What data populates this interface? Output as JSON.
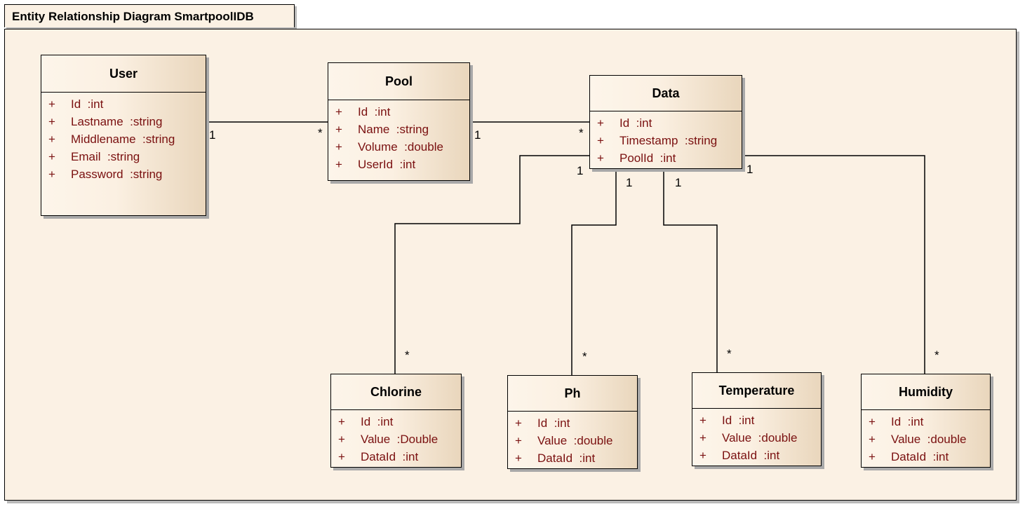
{
  "diagram": {
    "title": "Entity Relationship Diagram SmartpoolIDB"
  },
  "entities": {
    "user": {
      "name": "User",
      "attributes": [
        {
          "vis": "+",
          "text": "Id  :int"
        },
        {
          "vis": "+",
          "text": "Lastname  :string"
        },
        {
          "vis": "+",
          "text": "Middlename  :string"
        },
        {
          "vis": "+",
          "text": "Email  :string"
        },
        {
          "vis": "+",
          "text": "Password  :string"
        }
      ]
    },
    "pool": {
      "name": "Pool",
      "attributes": [
        {
          "vis": "+",
          "text": "Id  :int"
        },
        {
          "vis": "+",
          "text": "Name  :string"
        },
        {
          "vis": "+",
          "text": "Volume  :double"
        },
        {
          "vis": "+",
          "text": "UserId  :int"
        }
      ]
    },
    "data": {
      "name": "Data",
      "attributes": [
        {
          "vis": "+",
          "text": "Id  :int"
        },
        {
          "vis": "+",
          "text": "Timestamp  :string"
        },
        {
          "vis": "+",
          "text": "PoolId  :int"
        }
      ]
    },
    "chlorine": {
      "name": "Chlorine",
      "attributes": [
        {
          "vis": "+",
          "text": "Id  :int"
        },
        {
          "vis": "+",
          "text": "Value  :Double"
        },
        {
          "vis": "+",
          "text": "DataId  :int"
        }
      ]
    },
    "ph": {
      "name": "Ph",
      "attributes": [
        {
          "vis": "+",
          "text": "Id  :int"
        },
        {
          "vis": "+",
          "text": "Value  :double"
        },
        {
          "vis": "+",
          "text": "DataId  :int"
        }
      ]
    },
    "temperature": {
      "name": "Temperature",
      "attributes": [
        {
          "vis": "+",
          "text": "Id  :int"
        },
        {
          "vis": "+",
          "text": "Value  :double"
        },
        {
          "vis": "+",
          "text": "DataId  :int"
        }
      ]
    },
    "humidity": {
      "name": "Humidity",
      "attributes": [
        {
          "vis": "+",
          "text": "Id  :int"
        },
        {
          "vis": "+",
          "text": "Value  :double"
        },
        {
          "vis": "+",
          "text": "DataId  :int"
        }
      ]
    }
  },
  "relationships": {
    "user_pool": {
      "from": "1",
      "to": "*"
    },
    "pool_data": {
      "from": "1",
      "to": "*"
    },
    "data_chlorine": {
      "from": "1",
      "to": "*"
    },
    "data_ph": {
      "from": "1",
      "to": "*"
    },
    "data_temperature": {
      "from": "1",
      "to": "*"
    },
    "data_humidity": {
      "from": "1",
      "to": "*"
    }
  }
}
